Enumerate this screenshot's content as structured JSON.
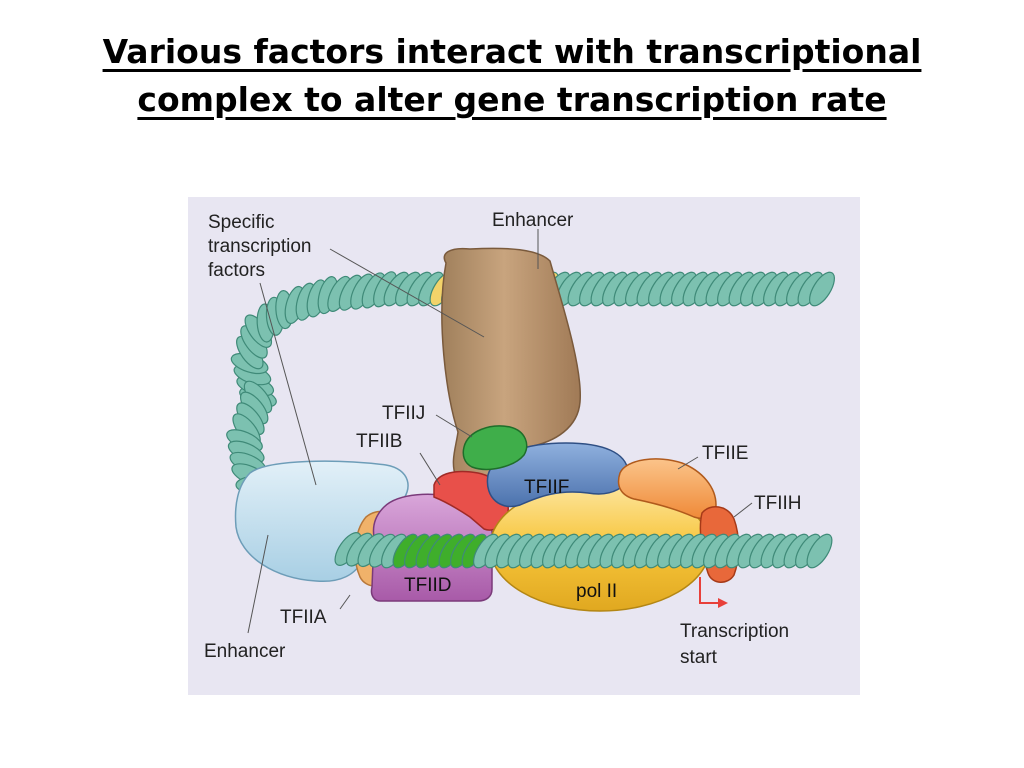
{
  "title": {
    "line1": "Various factors interact with transcriptional",
    "line2": "complex to alter gene transcription rate"
  },
  "diagram": {
    "labels": {
      "specific_tf_1": "Specific",
      "specific_tf_2": "transcription",
      "specific_tf_3": "factors",
      "enhancer_top": "Enhancer",
      "tfiij": "TFIIJ",
      "tfiib": "TFIIB",
      "tfiie": "TFIIE",
      "tfiih": "TFIIH",
      "tfiif": "TFIIF",
      "tfiid": "TFIID",
      "pol2": "pol II",
      "tfiia": "TFIIA",
      "enhancer_bottom": "Enhancer",
      "tx_start_1": "Transcription",
      "tx_start_2": "start"
    },
    "colors": {
      "background": "#e8e6f2",
      "dna": "#7cc1b0",
      "dna_stroke": "#3f8a78",
      "enhancer_dna": "#f2d36a",
      "activator": "#b8906a",
      "specific_tf_blue": "#bcdcec",
      "tfiid": "#c07ac0",
      "tfiid_dna": "#3fae2b",
      "tfiib": "#e8504a",
      "tfiij": "#3fae4a",
      "tfiif": "#5d84bf",
      "pol2": "#f7c53a",
      "tfiie": "#f59a4a",
      "tfiih": "#e8683a",
      "tfiia": "#f0b26a",
      "arrow": "#e8403a"
    }
  }
}
